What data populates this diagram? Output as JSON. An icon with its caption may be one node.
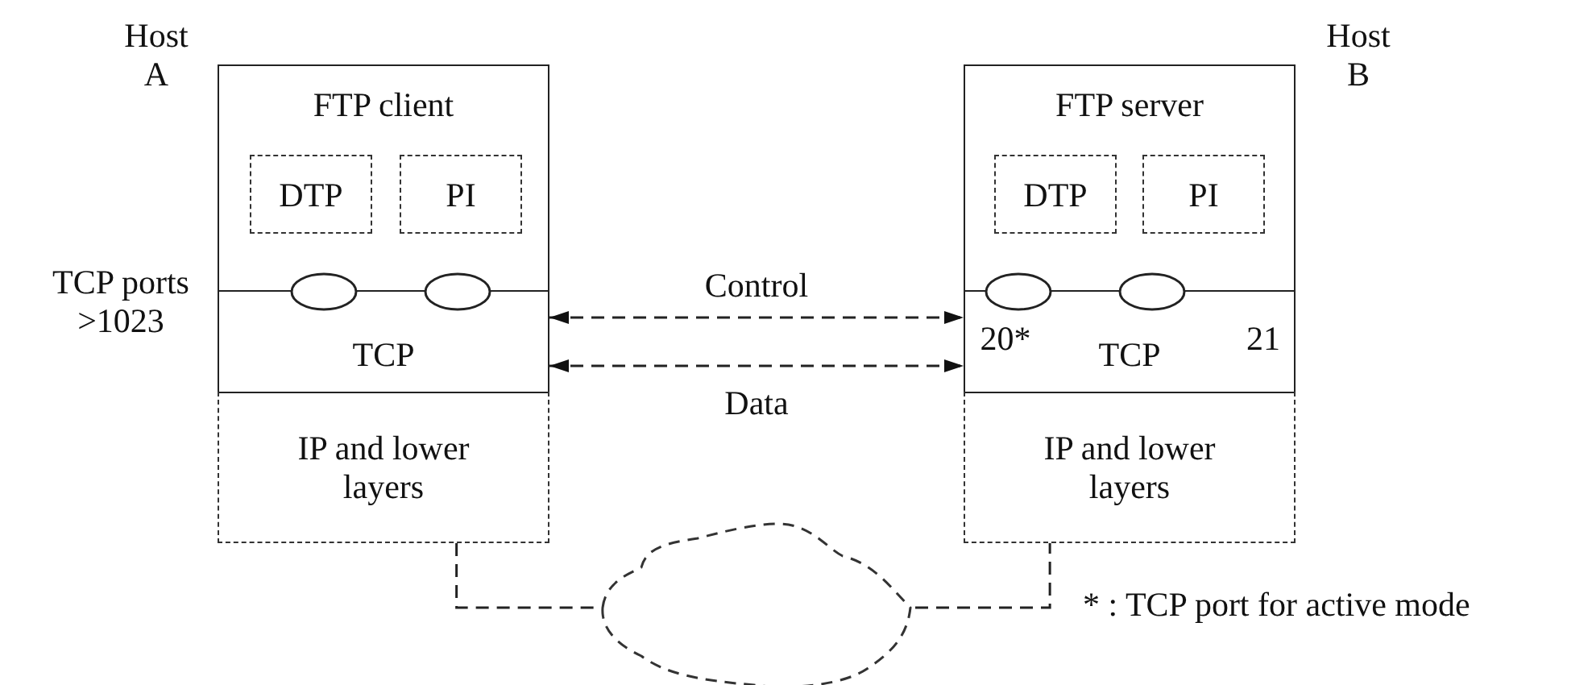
{
  "diagram": {
    "nodes": [
      {
        "text": [
          "FTP client"
        ],
        "beside": [
          "Host A"
        ]
      },
      {
        "text": [
          "DTP"
        ],
        "in": 0
      },
      {
        "text": [
          "PI"
        ],
        "in": 0
      },
      {
        "text": [
          "TCP"
        ]
      },
      {
        "text": [
          "IP and lower layers"
        ]
      },
      {
        "text": [
          "FTP server"
        ],
        "beside": [
          "Host B"
        ]
      },
      {
        "text": [
          "DTP"
        ],
        "in": 5
      },
      {
        "text": [
          "PI"
        ],
        "in": 5
      },
      {
        "text": [
          "TCP"
        ]
      },
      {
        "text": [
          "IP and lower layers"
        ]
      },
      {
        "text": [],
        "shape": "cloud"
      }
    ],
    "edges": [
      {
        "from": 3,
        "to": 8,
        "arrow": "both",
        "label": "Control",
        "style": "dashed"
      },
      {
        "from": 3,
        "to": 8,
        "arrow": "both",
        "label": "Data",
        "style": "dashed"
      },
      {
        "from": 4,
        "to": 10,
        "arrow": "none",
        "style": "dashed"
      },
      {
        "from": 10,
        "to": 9,
        "arrow": "none",
        "style": "dashed"
      }
    ],
    "labels": [
      "TCP ports >1023",
      "20*",
      "21",
      "* : TCP port for active mode"
    ]
  }
}
